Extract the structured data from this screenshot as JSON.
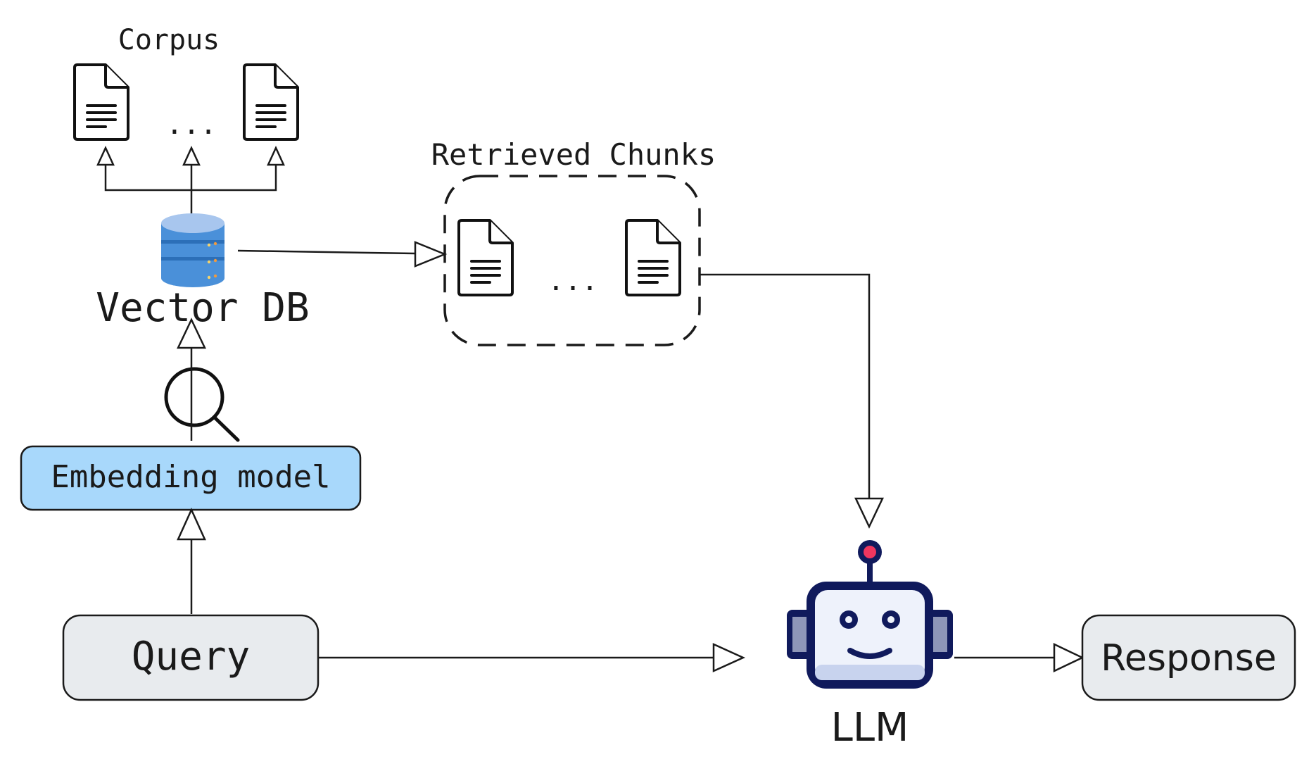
{
  "labels": {
    "corpus": "Corpus",
    "vector_db": "Vector DB",
    "retrieved_chunks": "Retrieved Chunks",
    "embedding_model": "Embedding model",
    "query": "Query",
    "llm": "LLM",
    "response": "Response",
    "corpus_ellipsis": "...",
    "chunks_ellipsis": "..."
  },
  "colors": {
    "embedding_fill": "#a8d8fb",
    "box_fill": "#e8ebee",
    "db_blue": "#4a90d9",
    "robot_navy": "#101a5c",
    "robot_face": "#eef2fb",
    "robot_accent": "#f0365f"
  },
  "icons": {
    "document": "document-icon",
    "database": "database-icon",
    "magnifier": "magnifier-icon",
    "robot": "robot-icon"
  }
}
